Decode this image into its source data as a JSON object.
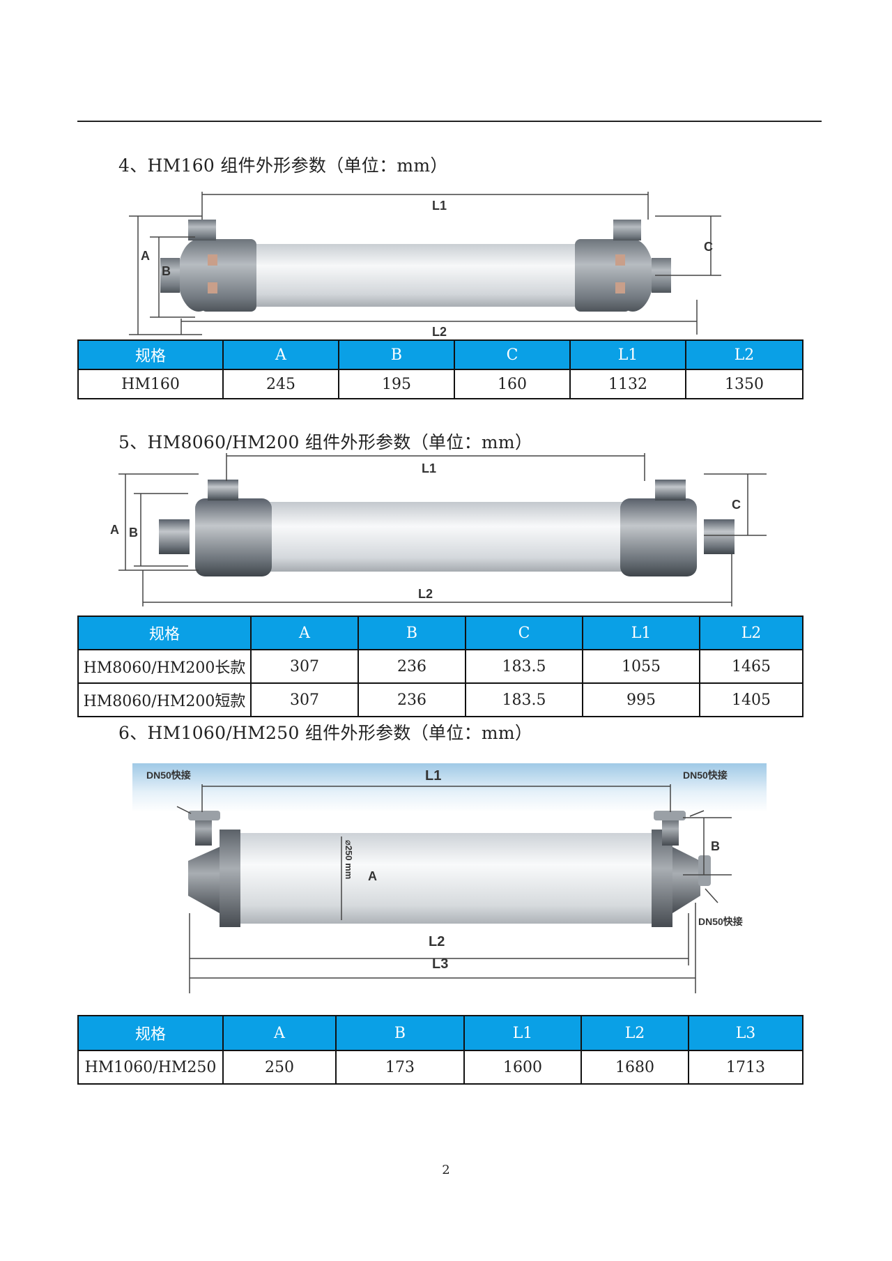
{
  "sections": [
    {
      "heading": "4、HM160 组件外形参数（单位：mm）",
      "figure": {
        "labels": {
          "L1": "L1",
          "L2": "L2",
          "A": "A",
          "B": "B",
          "C": "C"
        }
      },
      "table": {
        "headers": [
          "规格",
          "A",
          "B",
          "C",
          "L1",
          "L2"
        ],
        "rows": [
          [
            "HM160",
            "245",
            "195",
            "160",
            "1132",
            "1350"
          ]
        ]
      }
    },
    {
      "heading": "5、HM8060/HM200 组件外形参数（单位：mm）",
      "figure": {
        "labels": {
          "L1": "L1",
          "L2": "L2",
          "A": "A",
          "B": "B",
          "C": "C"
        }
      },
      "table": {
        "headers": [
          "规格",
          "A",
          "B",
          "C",
          "L1",
          "L2"
        ],
        "rows": [
          [
            "HM8060/HM200长款",
            "307",
            "236",
            "183.5",
            "1055",
            "1465"
          ],
          [
            "HM8060/HM200短款",
            "307",
            "236",
            "183.5",
            "995",
            "1405"
          ]
        ]
      }
    },
    {
      "heading": "6、HM1060/HM250 组件外形参数（单位：mm）",
      "figure": {
        "labels": {
          "L1": "L1",
          "L2": "L2",
          "L3": "L3",
          "A": "A",
          "B": "B",
          "dia": "⌀250 mm",
          "dn_left": "DN50快接",
          "dn_right_top": "DN50快接",
          "dn_right_bottom": "DN50快接"
        }
      },
      "table": {
        "headers": [
          "规格",
          "A",
          "B",
          "L1",
          "L2",
          "L3"
        ],
        "rows": [
          [
            "HM1060/HM250",
            "250",
            "173",
            "1600",
            "1680",
            "1713"
          ]
        ]
      }
    }
  ],
  "page_number": "2"
}
